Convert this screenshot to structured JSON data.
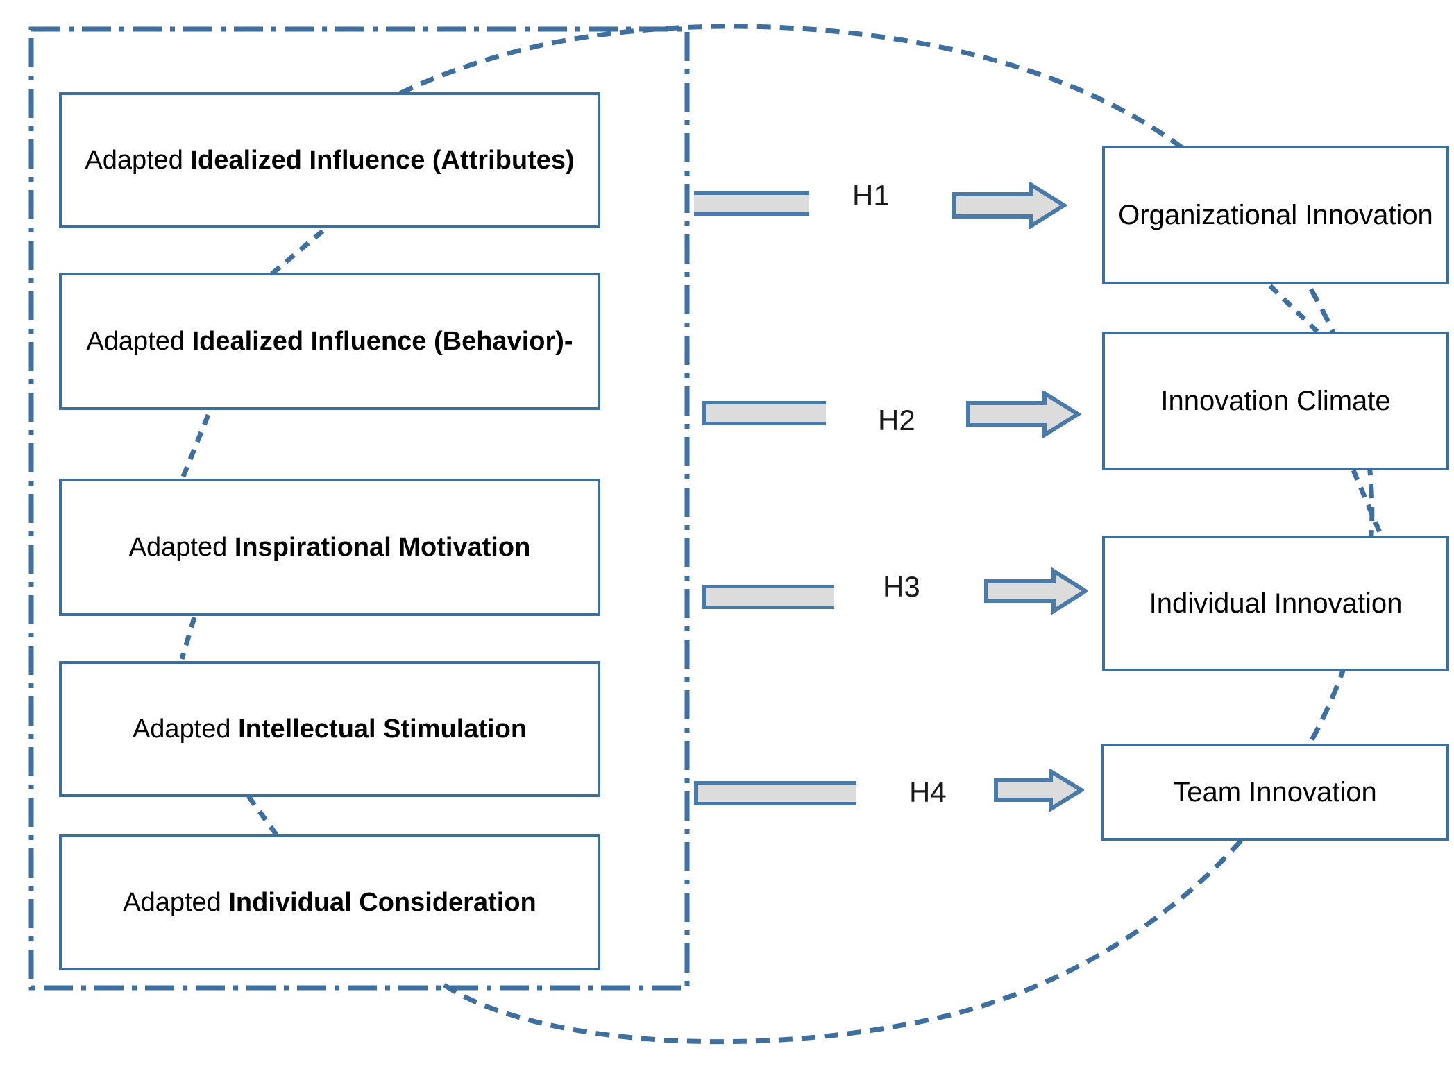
{
  "diagram": {
    "title": "Conceptual research model: Adapted transformational leadership dimensions and innovation outcomes",
    "colors": {
      "box_border": "#3d6e9e",
      "accent_line": "#4a7aa7",
      "arrow_fill": "#dcdcdc",
      "arrow_border": "#4a7aa7",
      "dashed_curve": "#3f6f9f",
      "background": "#ffffff",
      "text": "#000000"
    }
  },
  "container": {
    "label": "adapted-transformational-leadership-group",
    "border_style": "dash-dot"
  },
  "left_boxes": [
    {
      "id": "idealized-influence-attributes",
      "prefix": "Adapted ",
      "emphasis": "Idealized Influence (Attributes)",
      "full_text": "Adapted Idealized Influence (Attributes)"
    },
    {
      "id": "idealized-influence-behavior",
      "prefix": "Adapted ",
      "emphasis": "Idealized Influence (Behavior)-",
      "full_text": "Adapted Idealized Influence (Behavior)-"
    },
    {
      "id": "inspirational-motivation",
      "prefix": "Adapted ",
      "emphasis": "Inspirational Motivation",
      "full_text": "Adapted Inspirational Motivation"
    },
    {
      "id": "intellectual-stimulation",
      "prefix": "Adapted ",
      "emphasis": "Intellectual Stimulation",
      "full_text": "Adapted Intellectual Stimulation"
    },
    {
      "id": "individual-consideration",
      "prefix": "Adapted ",
      "emphasis": "Individual Consideration",
      "full_text": "Adapted Individual Consideration"
    }
  ],
  "hypotheses": [
    {
      "id": "h1",
      "label": "H1"
    },
    {
      "id": "h2",
      "label": "H2"
    },
    {
      "id": "h3",
      "label": "H3"
    },
    {
      "id": "h4",
      "label": "H4"
    }
  ],
  "right_boxes": [
    {
      "id": "organizational-innovation",
      "text": "Organizational Innovation"
    },
    {
      "id": "innovation-climate",
      "text": "Innovation Climate"
    },
    {
      "id": "individual-innovation",
      "text": "Individual Innovation"
    },
    {
      "id": "team-innovation",
      "text": "Team Innovation"
    }
  ]
}
